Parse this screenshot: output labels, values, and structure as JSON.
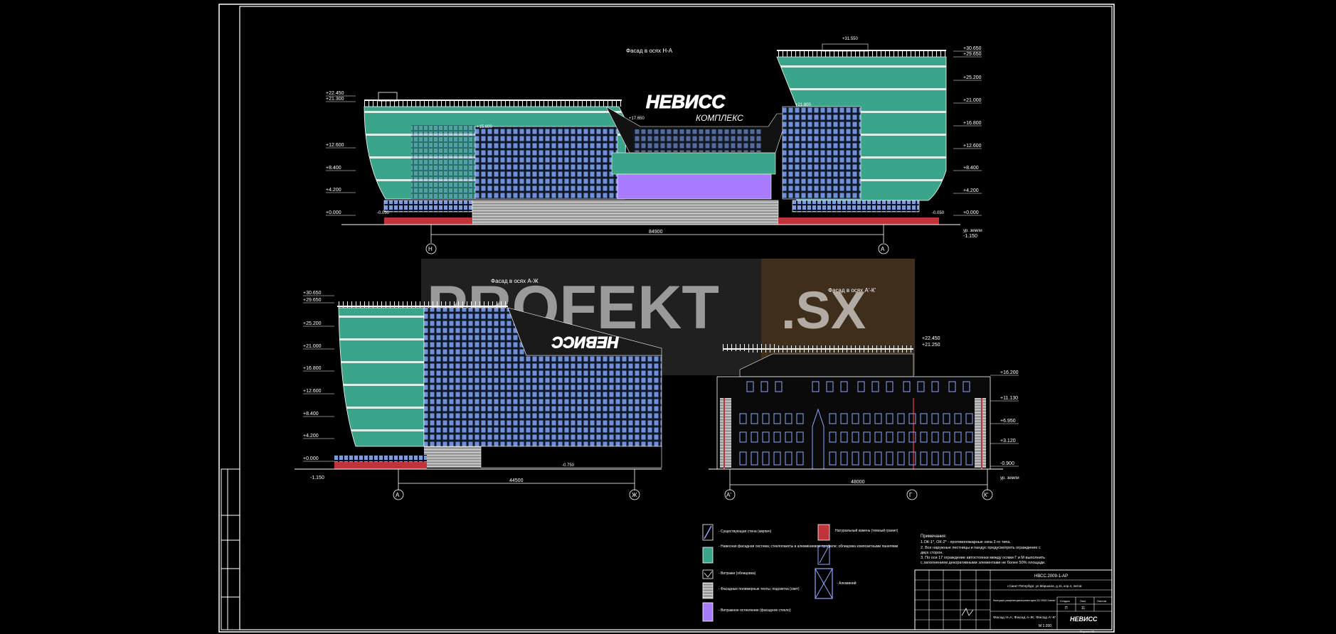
{
  "titles": {
    "facade_1": "Фасад в осях Н-А",
    "facade_2": "Фасад в осях А-Ж",
    "facade_3": "Фасад в осях А'-К'"
  },
  "logo": {
    "name": "НЕВИСС",
    "subtitle": "КОМПЛЕКС"
  },
  "watermark": {
    "text": "PROFEKT",
    "suffix": ".SX"
  },
  "facade_1": {
    "levels_left": [
      "+22.450",
      "+21.300",
      "+12.600",
      "+8.400",
      "+4.200",
      "+0.000"
    ],
    "levels_right": [
      "+30.650",
      "+29.650",
      "+25.200",
      "+21.000",
      "+16.800",
      "+12.600",
      "+8.400",
      "+4.200",
      "+0.000"
    ],
    "levels_mid": [
      "+15.600",
      "+17.650",
      "+31.550",
      "+21.800",
      "-0.050",
      "-0.050"
    ],
    "ground": "-1.150",
    "ground_note": "ур. земли",
    "dimension": "84900",
    "axis_left": "Н",
    "axis_right": "А"
  },
  "facade_2": {
    "levels": [
      "+30.650",
      "+29.650",
      "+25.200",
      "+21.000",
      "+16.800",
      "+12.600",
      "+8.400",
      "+4.200",
      "+0.000",
      "-1.150"
    ],
    "level_mid": "-0.750",
    "dimension": "44500",
    "axis_left": "А",
    "axis_right": "Ж"
  },
  "facade_3": {
    "levels_top": [
      "+22.450",
      "+21.250"
    ],
    "levels_right": [
      "+16.200",
      "+11.130",
      "+6.950",
      "+3.120",
      "-0.900"
    ],
    "ground_note": "ур. земли",
    "dimension": "48000",
    "axis_left": "А'",
    "axis_mid": "Г",
    "axis_right": "К'"
  },
  "legend": [
    {
      "label": "- Существующая стена (кирпич)"
    },
    {
      "label": "- Навесная фасадная система; стеклопакеты в алюминиевом профиле; облицовка композитными панелями"
    },
    {
      "label": "- Витражи (облицовка)"
    },
    {
      "label": "- Фасадные полимерные тенты; подсветка (свет)"
    },
    {
      "label": "- Витражное остекление (фасадное стекло)"
    },
    {
      "label": "Натуральный камень (темный гранит)"
    },
    {
      "label": "- Алюминий"
    }
  ],
  "notes": {
    "heading": "Примечания:",
    "lines": [
      "1.ОК-1*, ОК-2* - противопожарные окна 2-го типа.",
      "2. Все наружные лестницы и пандус предусмотреть ограждение с",
      "двух сторон.",
      "3. По оси 17 ограждение автостоянки между осями Г и М выполнить",
      "с заполнением декоративными элементами не более 50% площади."
    ]
  },
  "stamp": {
    "code": "НВСС.2009-1-АР",
    "address": "г.Санкт-Петербург, ул.Маршала, д.11, кор.4, лит.Ш",
    "project": "Реконструкция с расширением административного здания ООО \"НЕВИСС Комплекс\"",
    "sheet_title": "Фасад Н-А; Фасад А-Ж; Фасад А'-К'",
    "scale": "М 1:200",
    "stage_label": "Стадия",
    "sheet_label": "Лист",
    "sheets_label": "Листов",
    "stage": "П",
    "sheet_no": "11",
    "company": "НЕВИСС",
    "format": "Формат А2"
  },
  "colors": {
    "background": "#000000",
    "frame": "#ffffff",
    "teal": "#3aa58a",
    "blue": "#6f8fd8",
    "violet": "#a97bff",
    "red": "#c0333a",
    "stone": "#b8b8b8"
  }
}
